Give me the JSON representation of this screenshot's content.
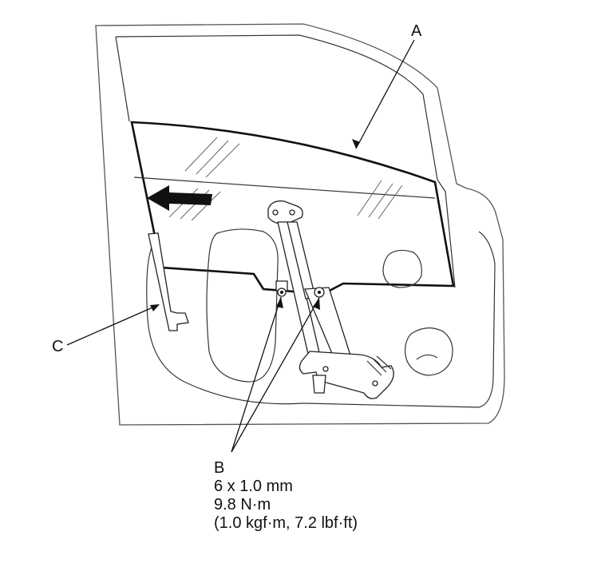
{
  "labels": {
    "a": "A",
    "c": "C"
  },
  "callout_b": {
    "letter": "B",
    "size": "6 x 1.0 mm",
    "torque": "9.8 N·m",
    "torque_alt": "(1.0 kgf·m, 7.2 lbf·ft)"
  },
  "icons": {
    "direction_arrow": "left-arrow-icon"
  }
}
